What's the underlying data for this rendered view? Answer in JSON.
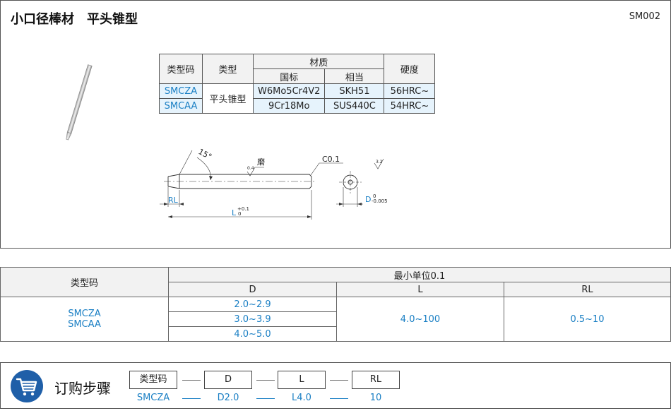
{
  "header": {
    "title": "小口径棒材　平头锥型",
    "code": "SM002"
  },
  "material_table": {
    "col_type_code": "类型码",
    "col_type": "类型",
    "col_material": "材质",
    "col_national": "国标",
    "col_equivalent": "相当",
    "col_hardness": "硬度",
    "rows": [
      {
        "code": "SMCZA",
        "national": "W6Mo5Cr4V2",
        "equivalent": "SKH51",
        "hardness": "56HRC~"
      },
      {
        "code": "SMCAA",
        "national": "9Cr18Mo",
        "equivalent": "SUS440C",
        "hardness": "54HRC~"
      }
    ],
    "type_value": "平头锥型"
  },
  "drawing": {
    "angle": "15°",
    "grind": "磨",
    "roughness_a": "0.4",
    "chamfer": "C0.1",
    "roughness_b": "3.2",
    "rl": "RL",
    "l": "L",
    "l_tol_up": "+0.1",
    "l_tol_low": "0",
    "d": "D",
    "d_tol_up": "0",
    "d_tol_low": "-0.005"
  },
  "spec_table": {
    "col_type_code": "类型码",
    "min_unit": "最小单位0.1",
    "col_d": "D",
    "col_l": "L",
    "col_rl": "RL",
    "type_codes": [
      "SMCZA",
      "SMCAA"
    ],
    "d_ranges": [
      "2.0~2.9",
      "3.0~3.9",
      "4.0~5.0"
    ],
    "l_range": "4.0~100",
    "rl_range": "0.5~10"
  },
  "order": {
    "title": "订购步骤",
    "steps": [
      "类型码",
      "D",
      "L",
      "RL"
    ],
    "values": [
      "SMCZA",
      "D2.0",
      "L4.0",
      "10"
    ]
  },
  "colors": {
    "accent_blue": "#1a7fc4",
    "icon_blue": "#1f5fa8"
  }
}
